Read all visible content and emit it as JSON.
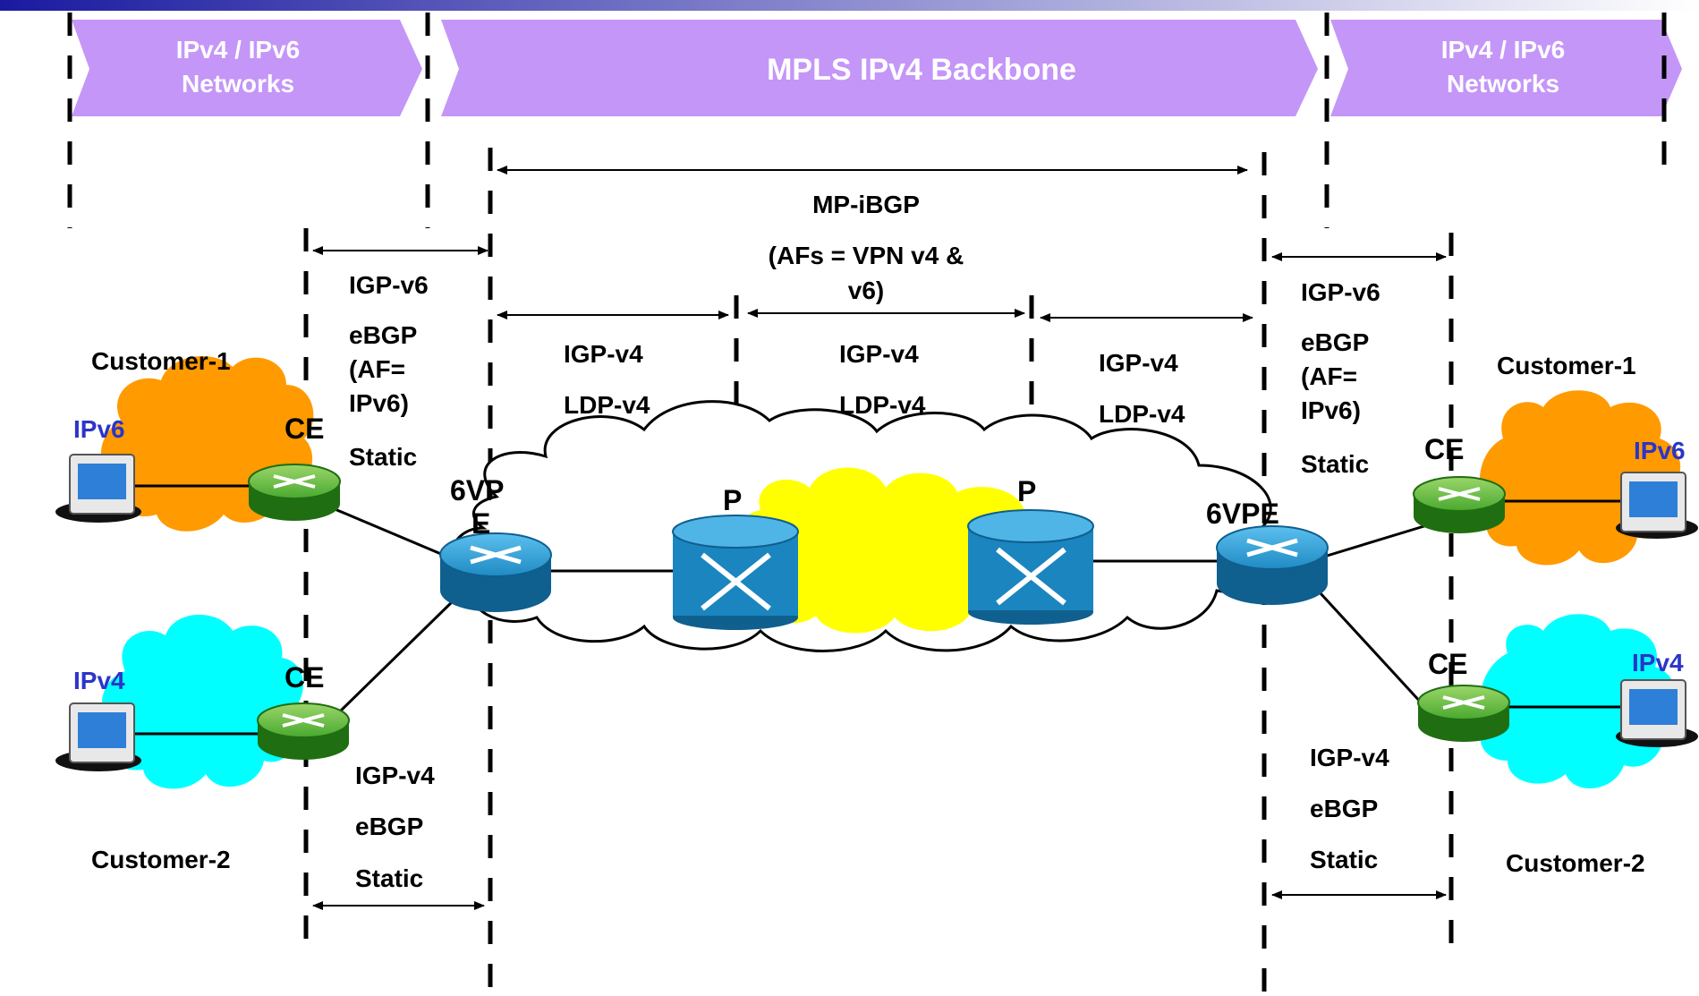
{
  "banners": {
    "left": [
      "IPv4 / IPv6",
      "Networks"
    ],
    "center": "MPLS IPv4 Backbone",
    "right": [
      "IPv4 / IPv6",
      "Networks"
    ]
  },
  "mp_ibgp": [
    "MP-iBGP",
    "(AFs = VPN v4 &",
    "v6)"
  ],
  "left_edge_v6": [
    "IGP-v6",
    "eBGP",
    "(AF=",
    "IPv6)",
    "Static"
  ],
  "right_edge_v6": [
    "IGP-v6",
    "eBGP",
    "(AF=",
    "IPv6)",
    "Static"
  ],
  "left_edge_v4": [
    "IGP-v4",
    "eBGP",
    "Static"
  ],
  "right_edge_v4": [
    "IGP-v4",
    "eBGP",
    "Static"
  ],
  "core_segments": [
    [
      "IGP-v4",
      "LDP-v4"
    ],
    [
      "IGP-v4",
      "LDP-v4"
    ],
    [
      "IGP-v4",
      "LDP-v4"
    ]
  ],
  "customers": {
    "left_top": "Customer-1",
    "left_bottom": "Customer-2",
    "right_top": "Customer-1",
    "right_bottom": "Customer-2"
  },
  "protocols": {
    "left_top": "IPv6",
    "left_bottom": "IPv4",
    "right_top": "IPv6",
    "right_bottom": "IPv4"
  },
  "routers": {
    "ce": "CE",
    "left_pe": [
      "6VP",
      "E"
    ],
    "right_pe": "6VPE",
    "p": "P"
  },
  "colors": {
    "banner": "#c496f7",
    "customer1_cloud": "#ff9a00",
    "customer2_cloud": "#00ffff",
    "core_highlight": "#ffff00",
    "router_blue": "#1b85bf",
    "router_green": "#2e8a22",
    "ip_label": "#2b35c8"
  }
}
